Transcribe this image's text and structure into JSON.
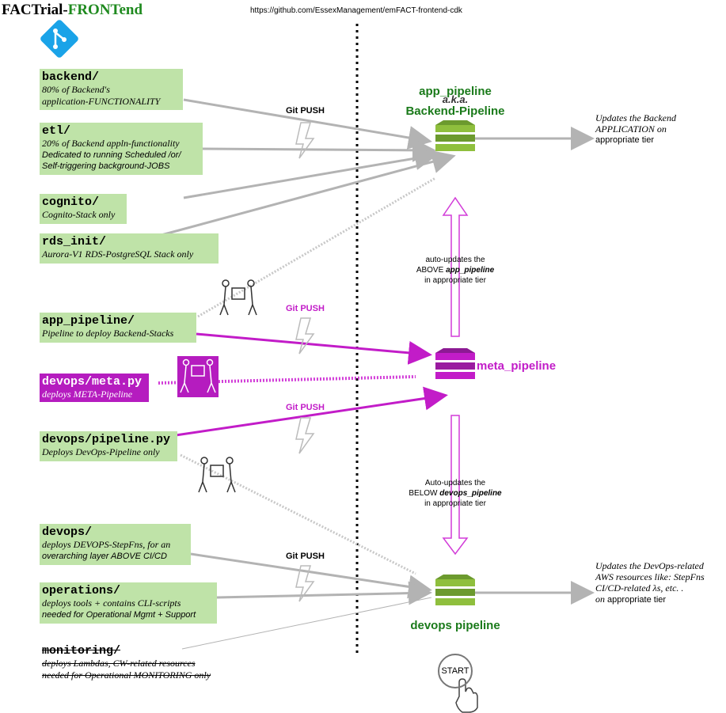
{
  "title": {
    "part1": "FACTrial-",
    "part2": "FRONTend"
  },
  "repo_url": "https://github.com/EssexManagement/emFACT-frontend-cdk",
  "colors": {
    "green_box": "#bfe3a8",
    "green_text": "#1a7a1a",
    "magenta": "#c21cc8",
    "gray_arrow": "#b3b3b3"
  },
  "folders": {
    "backend": {
      "name": "backend/",
      "line1": "80% of Backend's",
      "line2": " application-FUNCTIONALITY"
    },
    "etl": {
      "name": "etl/",
      "line1": "20% of Backend appln-functionality",
      "line2": "Dedicated to running Scheduled /or/",
      "line3": "Self-triggering background-JOBS"
    },
    "cognito": {
      "name": "cognito/",
      "line1": "Cognito-Stack only"
    },
    "rds_init": {
      "name": "rds_init/",
      "line1": "Aurora-V1 RDS-PostgreSQL Stack only"
    },
    "app_pipeline": {
      "name": "app_pipeline/",
      "line1": "Pipeline to deploy Backend-Stacks"
    },
    "devops_meta": {
      "name": "devops/meta.py",
      "line1": "deploys META-Pipeline"
    },
    "devops_pipeline": {
      "name": "devops/pipeline.py",
      "line1": "Deploys DevOps-Pipeline only"
    },
    "devops": {
      "name": "devops/",
      "line1": "deploys DEVOPS-StepFns, for an",
      "line2": "overarching layer ABOVE CI/CD"
    },
    "operations": {
      "name": "operations/",
      "line1": "deploys tools + contains CLI-scripts",
      "line2": "needed for Operational Mgmt + Support"
    },
    "monitoring": {
      "name": "monitoring/",
      "line1": "deploys Lambdas, CW-related resources",
      "line2": "needed for Operational MONITORING only"
    }
  },
  "git_push": {
    "top": "Git PUSH",
    "meta1": "Git PUSH",
    "meta2": "Git PUSH",
    "bottom": "Git PUSH"
  },
  "pipelines": {
    "app": {
      "line1": "app_pipeline",
      "aka": "a.k.a.",
      "line2": "Backend-Pipeline"
    },
    "meta": {
      "label": "meta_pipeline"
    },
    "devops": {
      "label": "devops pipeline"
    }
  },
  "notes": {
    "auto_up": {
      "line1": "auto-updates the",
      "line2_pre": "ABOVE ",
      "line2_b": "app_pipeline",
      "line3": "in appropriate tier"
    },
    "auto_down": {
      "line1": "Auto-updates the",
      "line2_pre": "BELOW ",
      "line2_b": "devops_pipeline",
      "line3": "in appropriate tier"
    }
  },
  "right_notes": {
    "backend": {
      "line1": "Updates the Backend",
      "line2": "APPLICATION on",
      "line3": "appropriate tier"
    },
    "devops": {
      "line1": "Updates the DevOps-related",
      "line2": "AWS resources like: StepFns",
      "line3": "CI/CD-related λs, etc. .",
      "line4_it": "on",
      "line4": " appropriate tier"
    }
  },
  "start_button": {
    "label": "START"
  }
}
